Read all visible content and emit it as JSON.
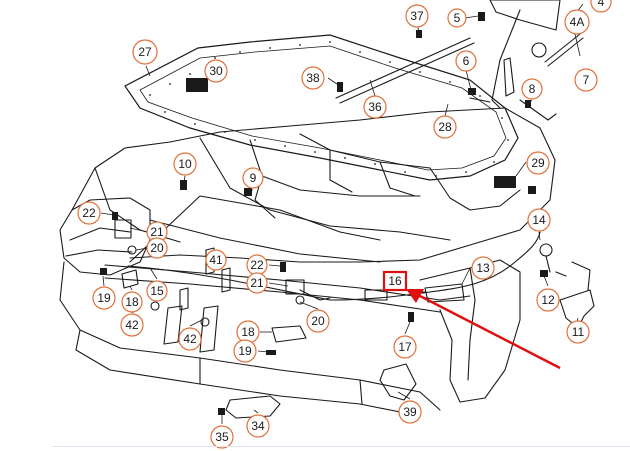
{
  "diagram": {
    "colors": {
      "callout_circle": "#e0703a",
      "line_art": "#1a1a1a",
      "highlight": "#e01010",
      "background": "#ffffff"
    },
    "highlighted_part": "16",
    "callouts": {
      "c37": "37",
      "c5": "5",
      "c4a": "4A",
      "c4": "4",
      "c7": "7",
      "c6": "6",
      "c8": "8",
      "c38": "38",
      "c36": "36",
      "c28": "28",
      "c27": "27",
      "c30": "30",
      "c29": "29",
      "c10": "10",
      "c9": "9",
      "c22a": "22",
      "c21a": "21",
      "c20a": "20",
      "c41": "41",
      "c22b": "22",
      "c21b": "21",
      "c16": "16",
      "c13": "13",
      "c14": "14",
      "c12": "12",
      "c11": "11",
      "c19a": "19",
      "c18a": "18",
      "c15": "15",
      "c42a": "42",
      "c42b": "42",
      "c18b": "18",
      "c19b": "19",
      "c20b": "20",
      "c17": "17",
      "c39": "39",
      "c35": "35",
      "c34": "34"
    }
  }
}
